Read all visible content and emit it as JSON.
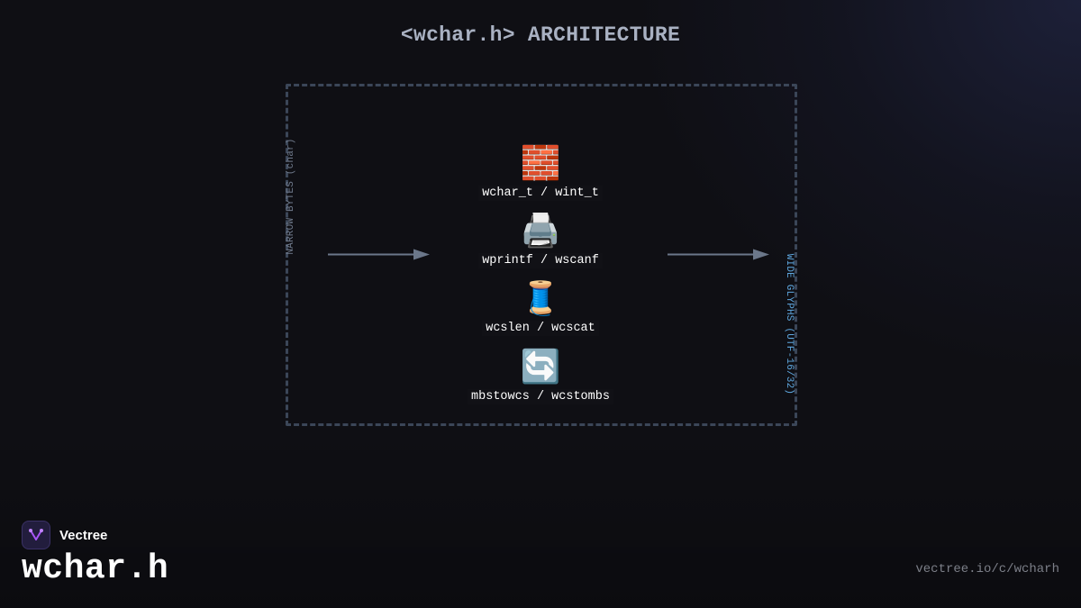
{
  "title": "<wchar.h> ARCHITECTURE",
  "diagram": {
    "left_side_label": "NARROW BYTES (char)",
    "right_side_label": "WIDE GLYPHS (UTF-16/32)",
    "items": [
      {
        "icon": "🧱",
        "icon_name": "brick-icon",
        "label": "wchar_t / wint_t"
      },
      {
        "icon": "🖨️",
        "icon_name": "printer-icon",
        "label": "wprintf / wscanf"
      },
      {
        "icon": "🧵",
        "icon_name": "thread-spool-icon",
        "label": "wcslen / wcscat"
      },
      {
        "icon": "🔄",
        "icon_name": "conversion-arrows-icon",
        "label": "mbstowcs / wcstombs"
      }
    ]
  },
  "footer": {
    "brand": "Vectree",
    "page_name": "wchar.h",
    "url": "vectree.io/c/wcharh"
  },
  "colors": {
    "background": "#0f0f14",
    "frame": "#3b4658",
    "arrow": "#6b778a",
    "left_label": "#6f7a8c",
    "right_label": "#5fa8e0",
    "logo_accent": "#a855f7"
  }
}
